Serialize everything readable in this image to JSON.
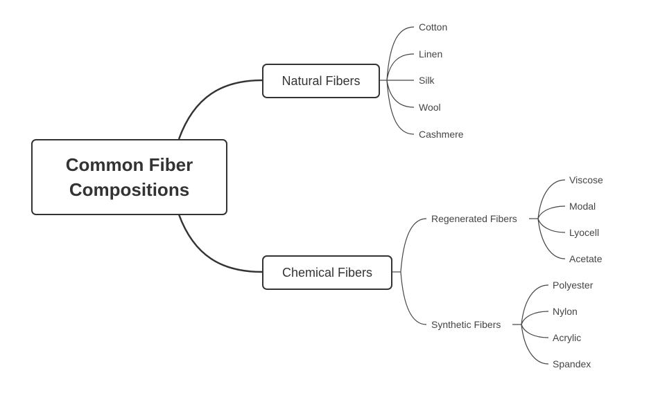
{
  "root": {
    "line1": "Common Fiber",
    "line2": "Compositions"
  },
  "natural": {
    "label": "Natural Fibers",
    "children": [
      "Cotton",
      "Linen",
      "Silk",
      "Wool",
      "Cashmere"
    ]
  },
  "chemical": {
    "label": "Chemical Fibers",
    "regenerated": {
      "label": "Regenerated Fibers",
      "children": [
        "Viscose",
        "Modal",
        "Lyocell",
        "Acetate"
      ]
    },
    "synthetic": {
      "label": "Synthetic Fibers",
      "children": [
        "Polyester",
        "Nylon",
        "Acrylic",
        "Spandex"
      ]
    }
  }
}
